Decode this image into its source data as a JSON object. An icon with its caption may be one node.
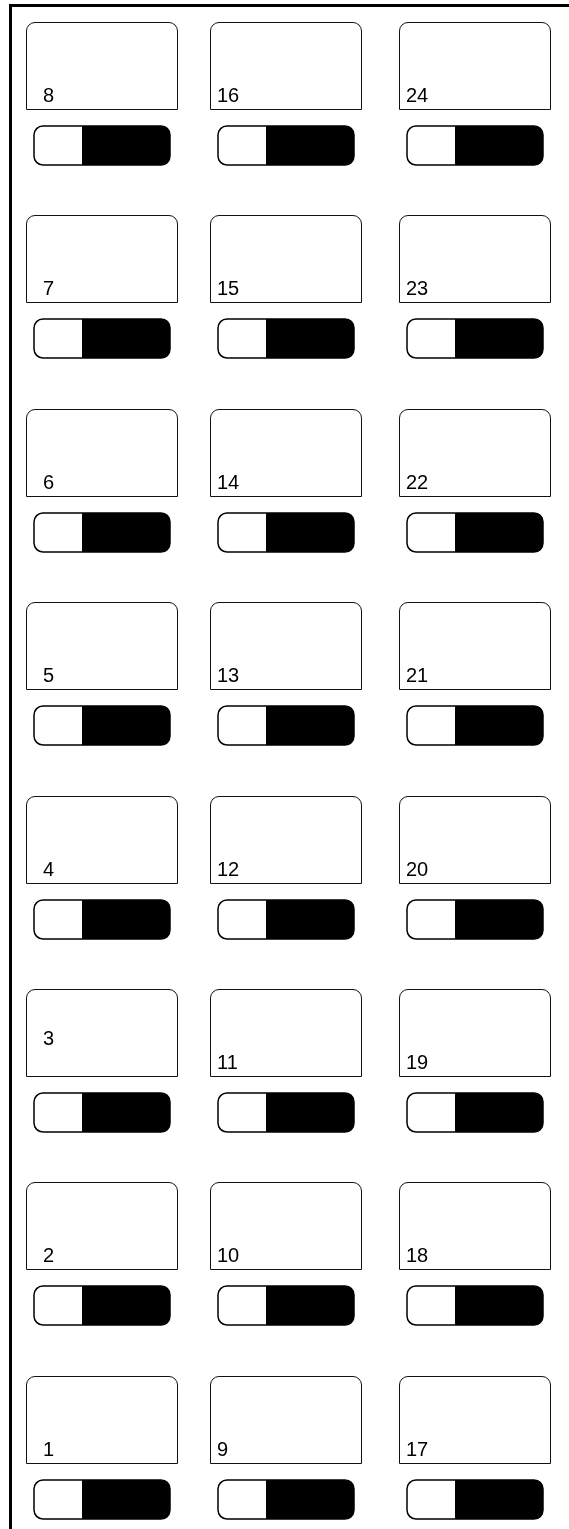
{
  "diagram": {
    "nodes": [
      {
        "text": [
          "8"
        ]
      },
      {
        "text": [
          "16"
        ]
      },
      {
        "text": [
          "24"
        ]
      },
      {
        "text": [
          "7"
        ]
      },
      {
        "text": [
          "15"
        ]
      },
      {
        "text": [
          "23"
        ]
      },
      {
        "text": [
          "6"
        ]
      },
      {
        "text": [
          "14"
        ]
      },
      {
        "text": [
          "22"
        ]
      },
      {
        "text": [
          "5"
        ]
      },
      {
        "text": [
          "13"
        ]
      },
      {
        "text": [
          "21"
        ]
      },
      {
        "text": [
          "4"
        ]
      },
      {
        "text": [
          "12"
        ]
      },
      {
        "text": [
          "20"
        ]
      },
      {
        "text": [
          "3"
        ]
      },
      {
        "text": [
          "11"
        ]
      },
      {
        "text": [
          "19"
        ]
      },
      {
        "text": [
          "2"
        ]
      },
      {
        "text": [
          "10"
        ]
      },
      {
        "text": [
          "18"
        ]
      },
      {
        "text": [
          "1"
        ]
      },
      {
        "text": [
          "9"
        ]
      },
      {
        "text": [
          "17"
        ]
      }
    ]
  }
}
